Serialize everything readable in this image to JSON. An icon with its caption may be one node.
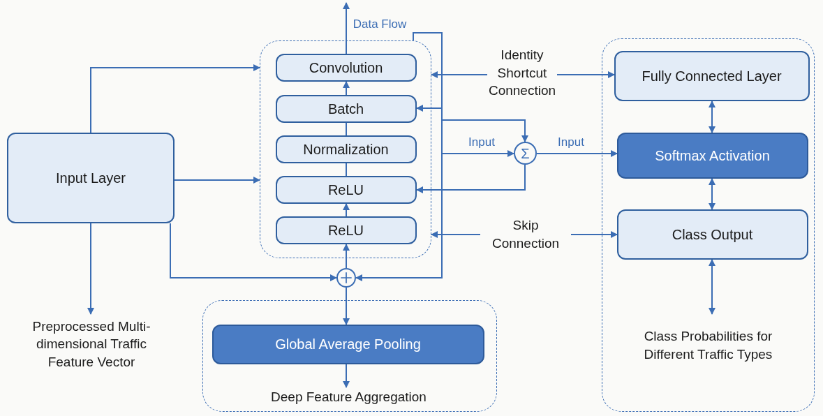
{
  "diagram": {
    "nodes": [
      {
        "text": [
          "Input Layer"
        ]
      },
      {
        "text": [
          "Preprocessed Multi- dimensional Traffic Feature Vector"
        ]
      },
      {
        "text": [],
        "shape": "box"
      },
      {
        "text": [
          "Convolution"
        ],
        "in": 2
      },
      {
        "text": [
          "Batch"
        ],
        "in": 2
      },
      {
        "text": [
          "Normalization"
        ],
        "in": 2
      },
      {
        "text": [
          "ReLU"
        ],
        "in": 2
      },
      {
        "text": [
          "ReLU"
        ],
        "in": 2
      },
      {
        "text": [],
        "shape": "circle"
      },
      {
        "text": [
          "Σ"
        ]
      },
      {
        "text": [],
        "shape": "box"
      },
      {
        "text": [
          "Global Average Pooling"
        ],
        "in": 10
      },
      {
        "text": [
          "Deep Feature Aggregation"
        ],
        "in": 10
      },
      {
        "text": [],
        "shape": "box"
      },
      {
        "text": [
          "Fully Connected Layer"
        ],
        "in": 13
      },
      {
        "text": [
          "Softmax Activation"
        ],
        "in": 13
      },
      {
        "text": [
          "Class Output"
        ],
        "in": 13
      },
      {
        "text": [
          "Class Probabilities for Different Traffic Types"
        ],
        "in": 13
      }
    ],
    "edges": [
      {
        "from": 0,
        "to": 2,
        "arrow": "to"
      },
      {
        "from": 0,
        "to": 2,
        "arrow": "to"
      },
      {
        "from": 0,
        "to": 1,
        "arrow": "to"
      },
      {
        "from": 0,
        "to": 8,
        "arrow": "to"
      },
      {
        "from": 8,
        "to": 7,
        "arrow": "to"
      },
      {
        "from": 7,
        "to": 6,
        "arrow": "to"
      },
      {
        "from": 6,
        "to": 5,
        "arrow": "none"
      },
      {
        "from": 5,
        "to": 4,
        "arrow": "none"
      },
      {
        "from": 4,
        "to": 3,
        "arrow": "to"
      },
      {
        "from": 3,
        "to": null,
        "label": "Data Flow",
        "arrow": "to"
      },
      {
        "from": 2,
        "to": 8,
        "arrow": "to"
      },
      {
        "from": 2,
        "to": 4,
        "arrow": "to"
      },
      {
        "from": 2,
        "to": 9,
        "arrow": "to"
      },
      {
        "from": 2,
        "to": 9,
        "label": "Input",
        "arrow": "to"
      },
      {
        "from": 9,
        "to": 6,
        "arrow": "to"
      },
      {
        "from": 9,
        "to": 15,
        "label": "Input",
        "arrow": "to"
      },
      {
        "from": 2,
        "to": 14,
        "label": "Identity Shortcut Connection",
        "arrow": "both"
      },
      {
        "from": 2,
        "to": 16,
        "label": "Skip Connection",
        "arrow": "both"
      },
      {
        "from": 14,
        "to": 15,
        "arrow": "both"
      },
      {
        "from": 15,
        "to": 16,
        "arrow": "both"
      },
      {
        "from": 16,
        "to": 17,
        "arrow": "both"
      },
      {
        "from": 11,
        "to": 12,
        "arrow": "to"
      },
      {
        "from": 8,
        "to": 11,
        "arrow": "to"
      }
    ]
  }
}
